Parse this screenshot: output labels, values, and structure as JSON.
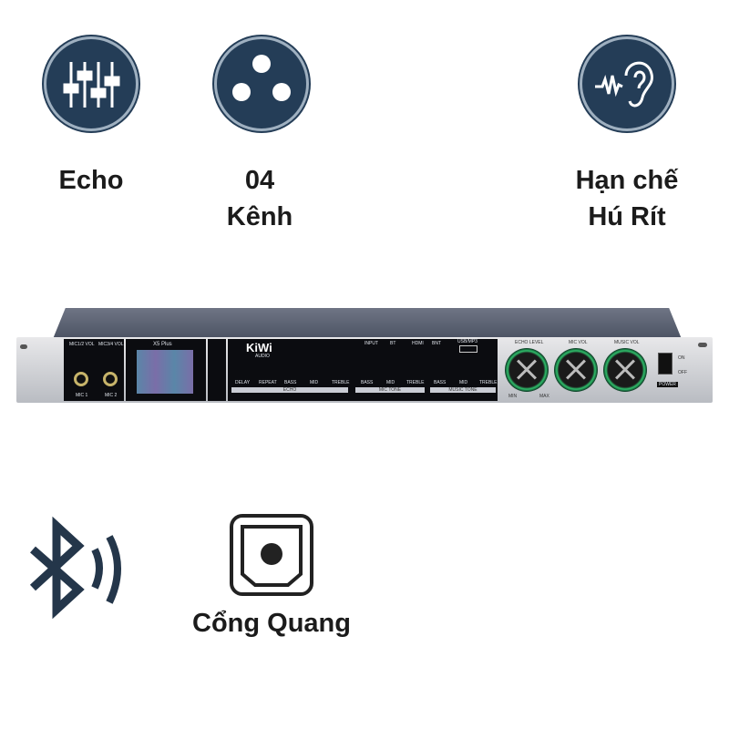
{
  "features": {
    "echo": {
      "label": "Echo",
      "icon": "equalizer-sliders-icon"
    },
    "channels": {
      "line1": "04",
      "line2": "Kênh",
      "icon": "xlr-connector-icon"
    },
    "feedback": {
      "line1": "Hạn chế",
      "line2": "Hú Rít",
      "icon": "ear-sound-icon"
    },
    "bluetooth": {
      "icon": "bluetooth-icon"
    },
    "optical": {
      "label": "Cổng Quang",
      "icon": "optical-port-icon"
    }
  },
  "device": {
    "brand": "KiWi",
    "brand_sub": "AUDIO",
    "model": "X5 Plus",
    "mic_vol_a": "MIC1/2 VOL",
    "mic_vol_b": "MIC3/4 VOL",
    "mic1": "MIC 1",
    "mic2": "MIC 2",
    "echo_knobs": [
      "DELAY",
      "REPEAT",
      "BASS",
      "MID",
      "TREBLE"
    ],
    "echo_group": "ECHO",
    "mic_tone_knobs": [
      "BASS",
      "MID",
      "TREBLE"
    ],
    "mic_tone_group": "MIC TONE",
    "music_tone_knobs": [
      "BASS",
      "MID",
      "TREBLE"
    ],
    "music_tone_group": "MUSIC TONE",
    "inputs": [
      "INPUT",
      "BT",
      "HDMI",
      "BNT"
    ],
    "usb": "USB/MP3",
    "big_knobs": [
      "ECHO LEVEL",
      "MIC VOL",
      "MUSIC VOL"
    ],
    "min": "MIN",
    "max": "MAX",
    "on": "ON",
    "off": "OFF",
    "power": "POWER",
    "accent": "#2fbf6b"
  }
}
